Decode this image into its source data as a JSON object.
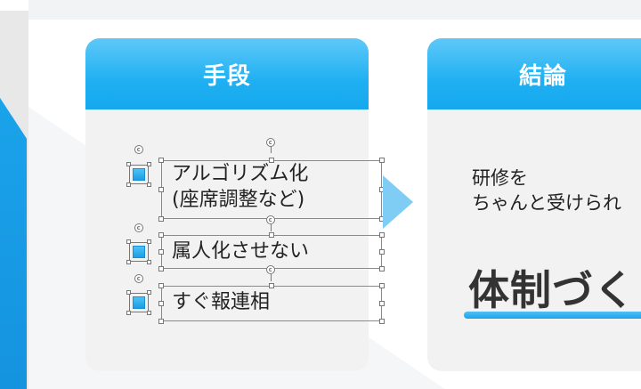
{
  "means": {
    "title": "手段",
    "items": [
      {
        "line1": "アルゴリズム化",
        "line2": "(座席調整など)"
      },
      {
        "line1": "属人化させない"
      },
      {
        "line1": "すぐ報連相"
      }
    ]
  },
  "conclusion": {
    "title": "結論",
    "line1": "研修を",
    "line2": "ちゃんと受けられ",
    "emphasis": "体制づく"
  },
  "colors": {
    "accent": "#1fb0f2",
    "arrow": "#7fccf4",
    "card_bg": "#f2f2f2"
  }
}
